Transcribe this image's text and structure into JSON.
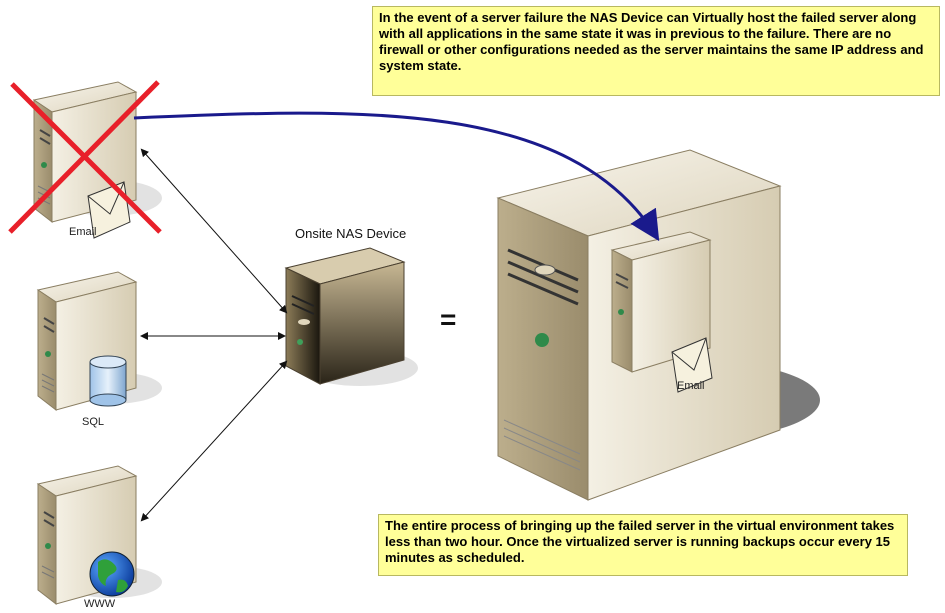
{
  "notes": {
    "failover_text": "In the event of a server failure the NAS Device can Virtually host the failed server along with all applications in the same state it was in previous to the failure.  There are no firewall or other configurations needed as the server maintains the same IP address and system state.",
    "process_text": "The entire process of bringing up the failed server in the virtual environment takes less than two hour.  Once the virtualized server is running backups occur every 15 minutes as scheduled."
  },
  "servers": {
    "email_label": "Email",
    "sql_label": "SQL",
    "www_label": "WWW",
    "virtual_email_label": "Email"
  },
  "nas": {
    "title": "Onsite NAS Device"
  },
  "equals_sign": "=",
  "colors": {
    "note_bg": "#ffff99",
    "failure_x": "#e8202a",
    "migration_arrow": "#1a1a8c",
    "server_body": "#e8e2d2"
  },
  "icons": [
    "server-icon",
    "envelope-icon",
    "database-icon",
    "globe-icon",
    "nas-device-icon",
    "failure-x-icon"
  ]
}
